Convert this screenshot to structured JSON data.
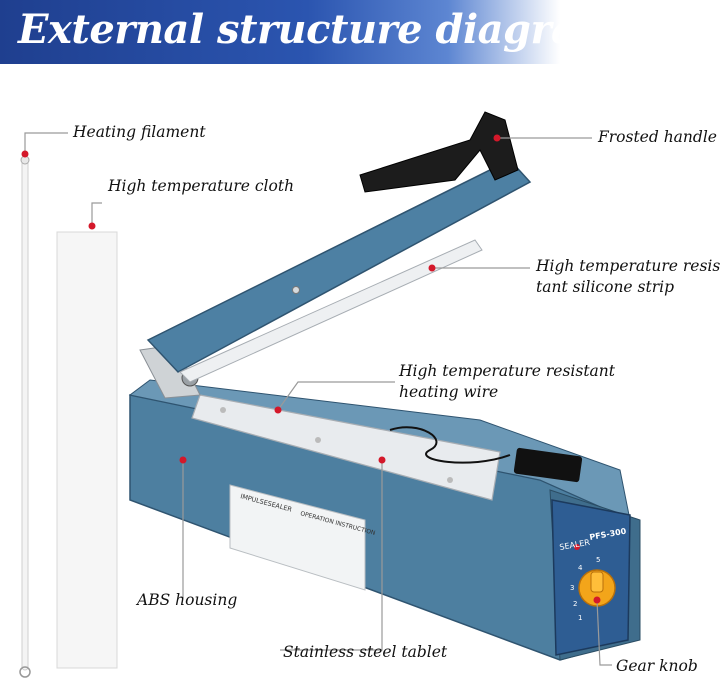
{
  "title": "External structure diagram",
  "labels": {
    "heating_filament": "Heating filament",
    "high_temp_cloth": "High temperature cloth",
    "frosted_handle": "Frosted handle",
    "silicone_strip_line1": "High temperature resis-",
    "silicone_strip_line2": "tant silicone strip",
    "heating_wire_line1": "High temperature resistant",
    "heating_wire_line2": "heating wire",
    "abs_housing": "ABS housing",
    "steel_tablet": "Stainless steel tablet",
    "gear_knob": "Gear knob"
  },
  "device": {
    "brand_label": "IMPULSESEALER",
    "instruction_header": "OPERATION INSTRUCTION",
    "panel_left_text": "SEALER",
    "panel_model": "PFS-300",
    "dial_numbers": [
      "1",
      "2",
      "3",
      "4",
      "5"
    ]
  },
  "colors": {
    "banner": "#2b55b0",
    "body_blue": "#4a7d9e",
    "marker_red": "#d4182a",
    "leader_gray": "#9a9a9a"
  }
}
